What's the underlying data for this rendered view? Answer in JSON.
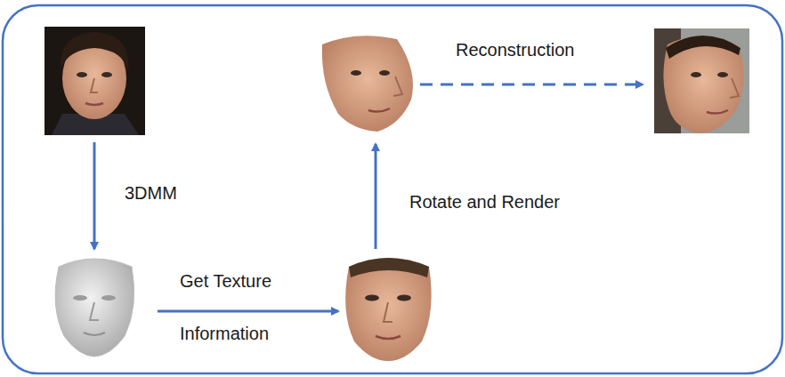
{
  "diagram": {
    "labels": [
      "3DMM",
      "Get Texture",
      "Information",
      "Rotate and Render",
      "Reconstruction"
    ]
  }
}
